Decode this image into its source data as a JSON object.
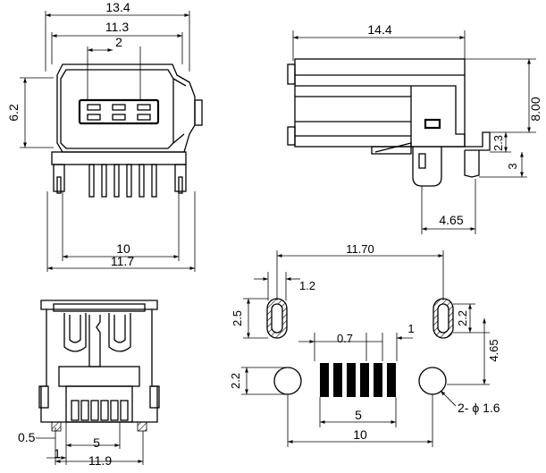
{
  "front_view": {
    "dims": {
      "overall_width": "13.4",
      "inner_width": "11.3",
      "pin_pitch": "2",
      "height": "6.2",
      "pin_span": "10",
      "base_width": "11.7"
    }
  },
  "side_view": {
    "dims": {
      "length": "14.4",
      "height": "8.00",
      "step": "2.3",
      "leg": "3",
      "offset": "4.65"
    }
  },
  "bottom_view": {
    "dims": {
      "edge_offset": "0.5",
      "pin_pitch": "5",
      "pin_inset": "1",
      "width": "11.9"
    }
  },
  "footprint": {
    "dims": {
      "slot_spacing": "11.70",
      "slot_width": "1.2",
      "slot_height_left": "2.5",
      "slot_height_right": "2.2",
      "pad_gap": "0.7",
      "pad_width": "1",
      "row_spacing": "4.65",
      "hole_height": "2.2",
      "pad_span": "5",
      "hole_spacing": "10",
      "hole_callout": "2- ϕ 1.6"
    }
  }
}
